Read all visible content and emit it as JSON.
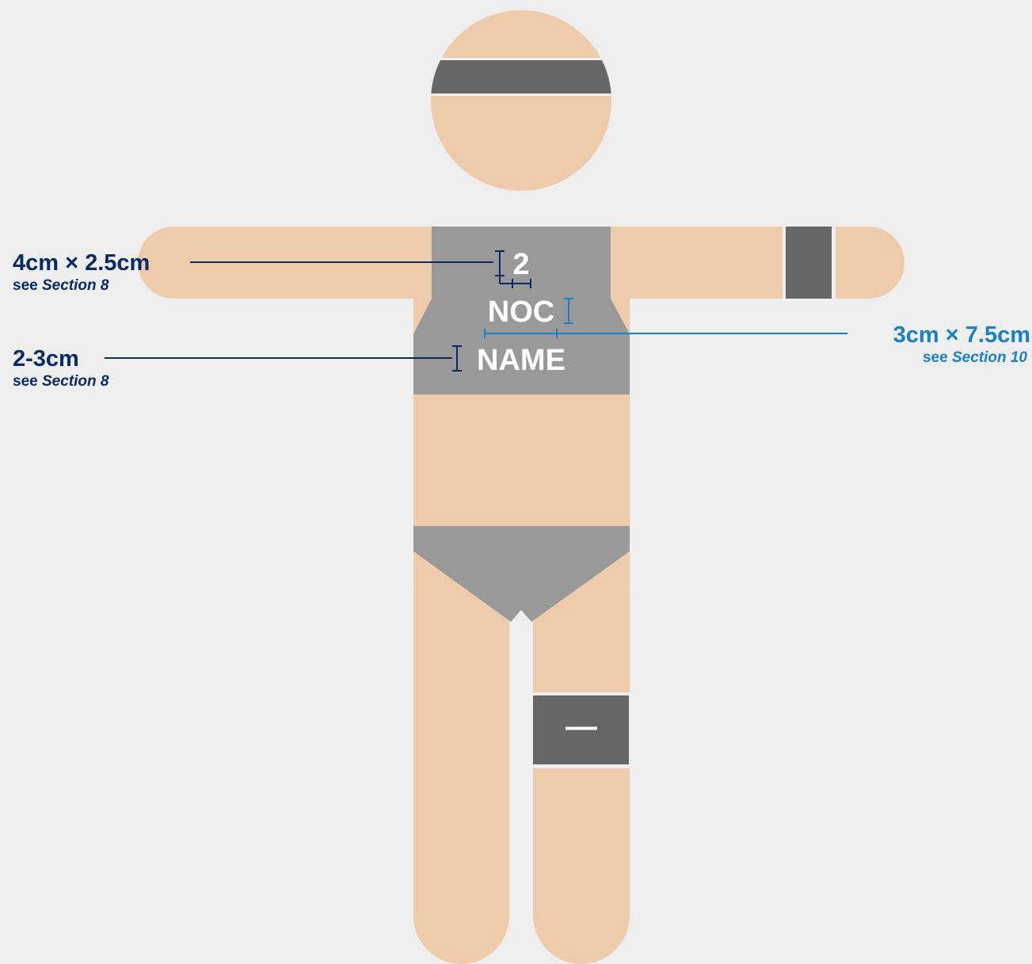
{
  "colors": {
    "background": "#eeeeee",
    "skin": "#eecbaa",
    "garment": "#999999",
    "band": "#666666",
    "label_text": "#ffffff",
    "callout_dark": "#0a2a66",
    "callout_blue": "#1b80c4"
  },
  "garment_labels": {
    "number": "2",
    "noc": "NOC",
    "name": "NAME",
    "thigh_mark": "—"
  },
  "callouts": {
    "number_size": {
      "size": "4cm × 2.5cm",
      "see_prefix": "see",
      "section": "Section 8"
    },
    "name_size": {
      "size": "2-3cm",
      "see_prefix": "see",
      "section": "Section 8"
    },
    "noc_size": {
      "size": "3cm × 7.5cm",
      "see_prefix": "see",
      "section": "Section 10"
    }
  }
}
